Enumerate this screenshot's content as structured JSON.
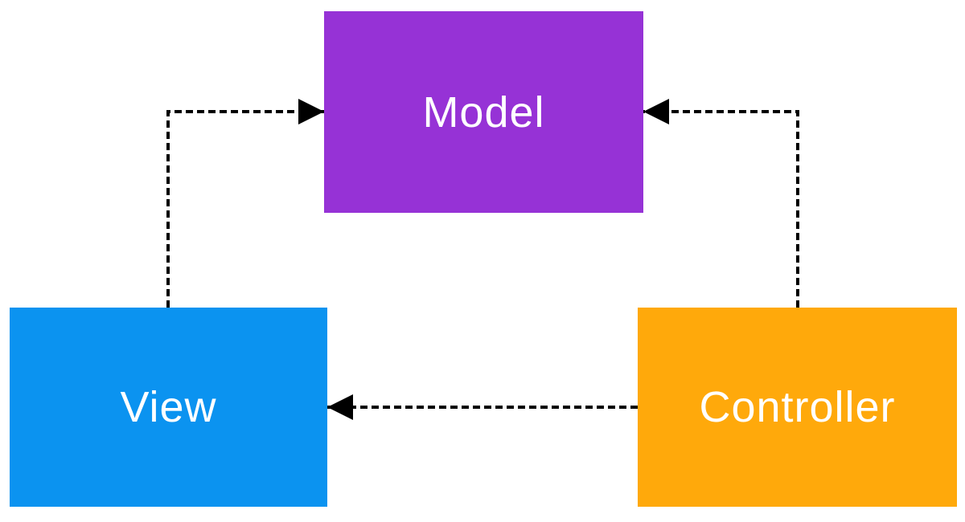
{
  "diagram": {
    "background": "#ffffff",
    "text_color": "#ffffff",
    "edge_color": "#000000",
    "nodes": {
      "model": {
        "label": "Model",
        "color": "#9632d6"
      },
      "view": {
        "label": "View",
        "color": "#0b93f0"
      },
      "controller": {
        "label": "Controller",
        "color": "#ffa90b"
      }
    },
    "edges": [
      {
        "from": "view",
        "to": "model",
        "style": "dashed",
        "arrowhead": "solid-triangle"
      },
      {
        "from": "controller",
        "to": "model",
        "style": "dashed",
        "arrowhead": "solid-triangle"
      },
      {
        "from": "controller",
        "to": "view",
        "style": "dashed",
        "arrowhead": "solid-triangle"
      }
    ]
  }
}
